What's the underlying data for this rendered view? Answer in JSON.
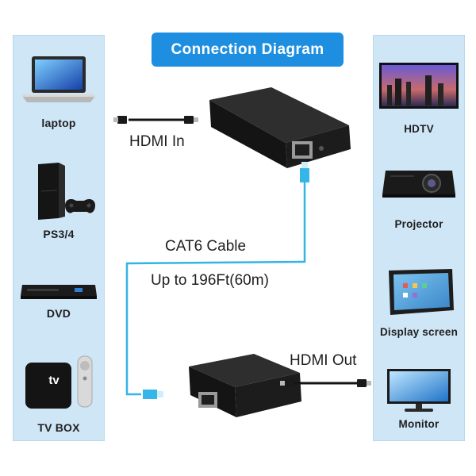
{
  "title": "Connection Diagram",
  "sources": [
    {
      "label": "laptop",
      "icon": "laptop-icon"
    },
    {
      "label": "PS3/4",
      "icon": "game-console-icon"
    },
    {
      "label": "DVD",
      "icon": "dvd-player-icon"
    },
    {
      "label": "TV BOX",
      "icon": "tv-box-icon"
    }
  ],
  "displays": [
    {
      "label": "HDTV",
      "icon": "hdtv-icon"
    },
    {
      "label": "Projector",
      "icon": "projector-icon"
    },
    {
      "label": "Display screen",
      "icon": "tablet-display-icon"
    },
    {
      "label": "Monitor",
      "icon": "monitor-icon"
    }
  ],
  "tvbox_glyph": "tv",
  "hdmi_in": "HDMI In",
  "hdmi_out": "HDMI Out",
  "cable_name": "CAT6 Cable",
  "cable_range": "Up to 196Ft(60m)",
  "colors": {
    "panel": "#cfe6f7",
    "title_bg": "#1e8fe0",
    "cable": "#34b3e6"
  }
}
